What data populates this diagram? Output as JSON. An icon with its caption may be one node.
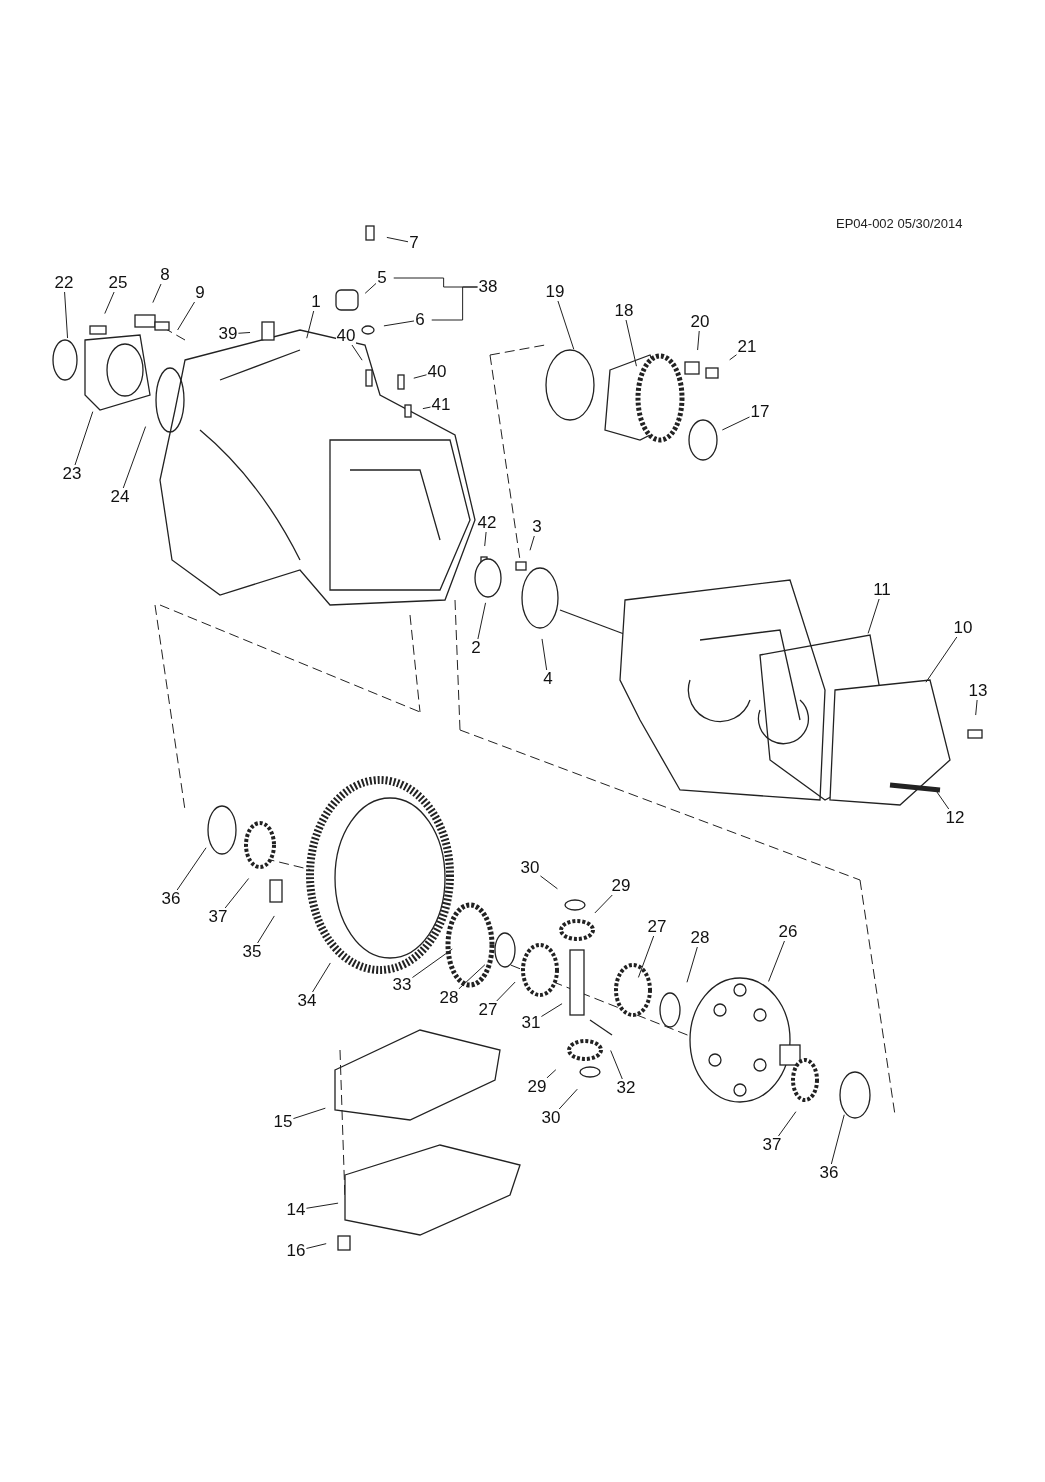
{
  "diagram": {
    "nodes": [
      {
        "text": [
          "1"
        ]
      },
      {
        "text": [
          "2"
        ]
      },
      {
        "text": [
          "3"
        ]
      },
      {
        "text": [
          "4"
        ]
      },
      {
        "text": [
          "5"
        ]
      },
      {
        "text": [
          "6"
        ]
      },
      {
        "text": [
          "7"
        ]
      },
      {
        "text": [
          "8"
        ]
      },
      {
        "text": [
          "9"
        ]
      },
      {
        "text": [
          "10"
        ]
      },
      {
        "text": [
          "11"
        ]
      },
      {
        "text": [
          "12"
        ]
      },
      {
        "text": [
          "13"
        ]
      },
      {
        "text": [
          "14"
        ]
      },
      {
        "text": [
          "15"
        ]
      },
      {
        "text": [
          "16"
        ]
      },
      {
        "text": [
          "17"
        ]
      },
      {
        "text": [
          "18"
        ]
      },
      {
        "text": [
          "19"
        ]
      },
      {
        "text": [
          "20"
        ]
      },
      {
        "text": [
          "21"
        ]
      },
      {
        "text": [
          "22"
        ]
      },
      {
        "text": [
          "23"
        ]
      },
      {
        "text": [
          "24"
        ]
      },
      {
        "text": [
          "25"
        ]
      },
      {
        "text": [
          "26"
        ]
      },
      {
        "text": [
          "27"
        ]
      },
      {
        "text": [
          "27"
        ]
      },
      {
        "text": [
          "28"
        ]
      },
      {
        "text": [
          "28"
        ]
      },
      {
        "text": [
          "29"
        ]
      },
      {
        "text": [
          "29"
        ]
      },
      {
        "text": [
          "30"
        ]
      },
      {
        "text": [
          "30"
        ]
      },
      {
        "text": [
          "31"
        ]
      },
      {
        "text": [
          "32"
        ]
      },
      {
        "text": [
          "33"
        ]
      },
      {
        "text": [
          "34"
        ]
      },
      {
        "text": [
          "35"
        ]
      },
      {
        "text": [
          "36"
        ]
      },
      {
        "text": [
          "36"
        ]
      },
      {
        "text": [
          "37"
        ]
      },
      {
        "text": [
          "37"
        ]
      },
      {
        "text": [
          "38"
        ]
      },
      {
        "text": [
          "39"
        ]
      },
      {
        "text": [
          "40"
        ]
      },
      {
        "text": [
          "40"
        ]
      },
      {
        "text": [
          "41"
        ]
      },
      {
        "text": [
          "42"
        ]
      }
    ],
    "edges": [
      {
        "from": 0,
        "to": null,
        "arrow": "none"
      },
      {
        "from": 1,
        "to": null,
        "arrow": "none"
      },
      {
        "from": 2,
        "to": null,
        "arrow": "none"
      },
      {
        "from": 3,
        "to": null,
        "arrow": "none"
      },
      {
        "from": 4,
        "to": null,
        "arrow": "none"
      },
      {
        "from": 5,
        "to": null,
        "arrow": "none"
      },
      {
        "from": 6,
        "to": null,
        "arrow": "none"
      },
      {
        "from": 7,
        "to": null,
        "arrow": "none"
      },
      {
        "from": 8,
        "to": null,
        "arrow": "none"
      },
      {
        "from": 9,
        "to": null,
        "arrow": "none"
      },
      {
        "from": 10,
        "to": null,
        "arrow": "none"
      },
      {
        "from": 11,
        "to": null,
        "arrow": "none"
      },
      {
        "from": 12,
        "to": null,
        "arrow": "none"
      },
      {
        "from": 13,
        "to": null,
        "arrow": "none"
      },
      {
        "from": 14,
        "to": null,
        "arrow": "none"
      },
      {
        "from": 15,
        "to": null,
        "arrow": "none"
      },
      {
        "from": 16,
        "to": null,
        "arrow": "none"
      },
      {
        "from": 17,
        "to": null,
        "arrow": "none"
      },
      {
        "from": 18,
        "to": null,
        "arrow": "none"
      },
      {
        "from": 19,
        "to": null,
        "arrow": "none"
      },
      {
        "from": 20,
        "to": null,
        "arrow": "none"
      },
      {
        "from": 21,
        "to": null,
        "arrow": "none"
      },
      {
        "from": 22,
        "to": null,
        "arrow": "none"
      },
      {
        "from": 23,
        "to": null,
        "arrow": "none"
      },
      {
        "from": 24,
        "to": null,
        "arrow": "none"
      },
      {
        "from": 25,
        "to": null,
        "arrow": "none"
      },
      {
        "from": 26,
        "to": null,
        "arrow": "none"
      },
      {
        "from": 27,
        "to": null,
        "arrow": "none"
      },
      {
        "from": 28,
        "to": null,
        "arrow": "none"
      },
      {
        "from": 29,
        "to": null,
        "arrow": "none"
      },
      {
        "from": 30,
        "to": null,
        "arrow": "none"
      },
      {
        "from": 31,
        "to": null,
        "arrow": "none"
      },
      {
        "from": 32,
        "to": null,
        "arrow": "none"
      },
      {
        "from": 33,
        "to": null,
        "arrow": "none"
      },
      {
        "from": 34,
        "to": null,
        "arrow": "none"
      },
      {
        "from": 35,
        "to": null,
        "arrow": "none"
      },
      {
        "from": 36,
        "to": null,
        "arrow": "none"
      },
      {
        "from": 37,
        "to": null,
        "arrow": "none"
      },
      {
        "from": 38,
        "to": null,
        "arrow": "none"
      },
      {
        "from": 39,
        "to": null,
        "arrow": "none"
      },
      {
        "from": 40,
        "to": null,
        "arrow": "none"
      },
      {
        "from": 41,
        "to": null,
        "arrow": "none"
      },
      {
        "from": 42,
        "to": null,
        "arrow": "none"
      },
      {
        "from": 44,
        "to": null,
        "arrow": "none"
      },
      {
        "from": 45,
        "to": null,
        "arrow": "none"
      },
      {
        "from": 43,
        "to": 4,
        "arrow": "none"
      },
      {
        "from": 43,
        "to": 5,
        "arrow": "none"
      },
      {
        "from": 46,
        "to": null,
        "arrow": "none"
      },
      {
        "from": 47,
        "to": null,
        "arrow": "none"
      },
      {
        "from": 48,
        "to": null,
        "arrow": "none"
      }
    ],
    "labels": [
      "EP04-002 05/30/2014"
    ]
  }
}
